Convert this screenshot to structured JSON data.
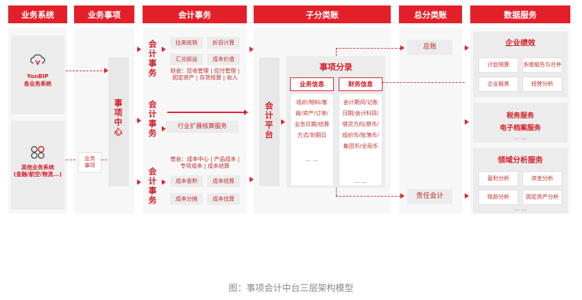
{
  "headers": {
    "business_system": "业务系统",
    "business_item": "业务事项",
    "accounting_item": "会计事务",
    "sub_ledger": "子分类账",
    "general_ledger": "总分类账",
    "data_service": "数据服务"
  },
  "business_system": {
    "yonbip": "YonBIP\n各业务系统",
    "other": "其他业务系统\n(金融/航空/物流...)"
  },
  "business_item": {
    "center": "事项中心",
    "small_box": "业务\n事项"
  },
  "accounting": {
    "group1_label": "会计事务",
    "group1_items": [
      "往来核销",
      "折旧计算",
      "汇兑损益",
      "成本价值"
    ],
    "group1_text": "财会：应收管理 | 应付管理 | 固定资产 | 存货核算 | 收入",
    "group2_label": "会计事务",
    "group2_button": "行业扩展核算服务",
    "group3_label": "会计事务",
    "group3_text": "管会：成本中心 | 产品成本 | 专项成本 | 成本结算",
    "group3_items": [
      "成本卷积",
      "成本结算",
      "成本分摊",
      "成本估算"
    ]
  },
  "sub_ledger": {
    "platform": "会计平台",
    "title": "事项分录",
    "biz_info_title": "业务信息",
    "biz_info_body": "组织/物料/客商/资产/订单/业务日期/结算方式/到期日",
    "fin_info_title": "财务信息",
    "fin_info_body": "会计期间/记账日期/会计科目/借贷方向/原币/组织币/账簿币/集团币/全局币",
    "ellipsis": "... ..."
  },
  "general_ledger": {
    "gl": "总账",
    "resp": "责任会计"
  },
  "data_service": {
    "perf_title": "企业绩效",
    "perf_items": [
      "计划预算",
      "多维报告与合并",
      "企业报表",
      "经营分析"
    ],
    "tax_title": "税务服务",
    "archive_title": "电子档案服务",
    "domain_title": "领域分析服务",
    "domain_items": [
      "盈利分析",
      "资金分析",
      "账龄分析",
      "固定资产分析"
    ],
    "ellipsis": "... ..."
  },
  "caption": "图：事项会计中台三层架构模型"
}
